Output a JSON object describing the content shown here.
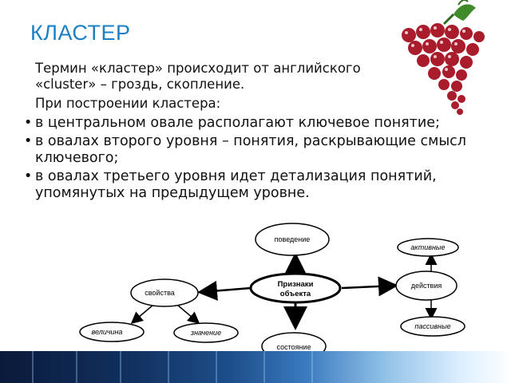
{
  "slide": {
    "title": "КЛАСТЕР",
    "intro_line1_a": "Термин «кластер» происходит от английского",
    "intro_line2_a": "«",
    "intro_line2_latin": "cluster",
    "intro_line2_b": "» – гроздь,  скопление.",
    "intro_line3": "При построении кластера:",
    "bullets": [
      "в центральном овале располагают ключевое понятие;",
      "в овалах второго уровня – понятия, раскрывающие смысл ключевого;",
      "в овалах третьего уровня идет детализация понятий, упомянутых на предыдущем уровне."
    ]
  },
  "diagram": {
    "center_line1": "Признаки",
    "center_line2": "объекта",
    "top": "поведение",
    "bottom": "состояние",
    "left": "свойства",
    "right": "действия",
    "left_sub1": "величина",
    "left_sub2": "значение",
    "right_sub1": "активные",
    "right_sub2": "пассивные"
  },
  "icons": {
    "grapes": "grapes-icon"
  },
  "colors": {
    "title": "#1b7fc4",
    "grapes": "#a81c2c",
    "leaf": "#3f8a2a"
  }
}
